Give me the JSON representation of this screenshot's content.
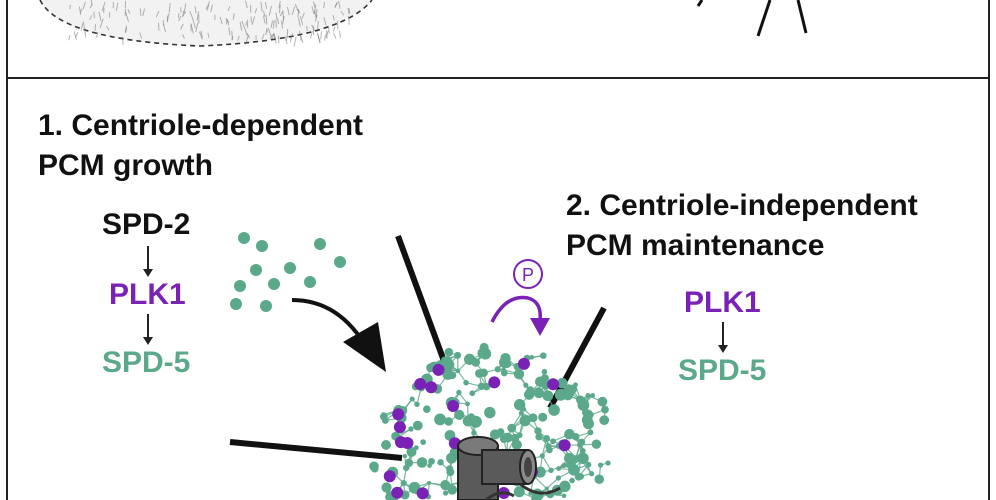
{
  "colors": {
    "green": "#5ba88a",
    "purple": "#7a22b5",
    "black": "#111111",
    "gray": "#5a5a5a",
    "frame": "#222222"
  },
  "section1": {
    "title_line1": "1. Centriole-dependent",
    "title_line2": "PCM growth",
    "pathway": [
      "SPD-2",
      "PLK1",
      "SPD-5"
    ]
  },
  "section2": {
    "title_line1": "2. Centriole-independent",
    "title_line2": "PCM maintenance",
    "pathway": [
      "PLK1",
      "SPD-5"
    ]
  },
  "phospho_label": "P"
}
